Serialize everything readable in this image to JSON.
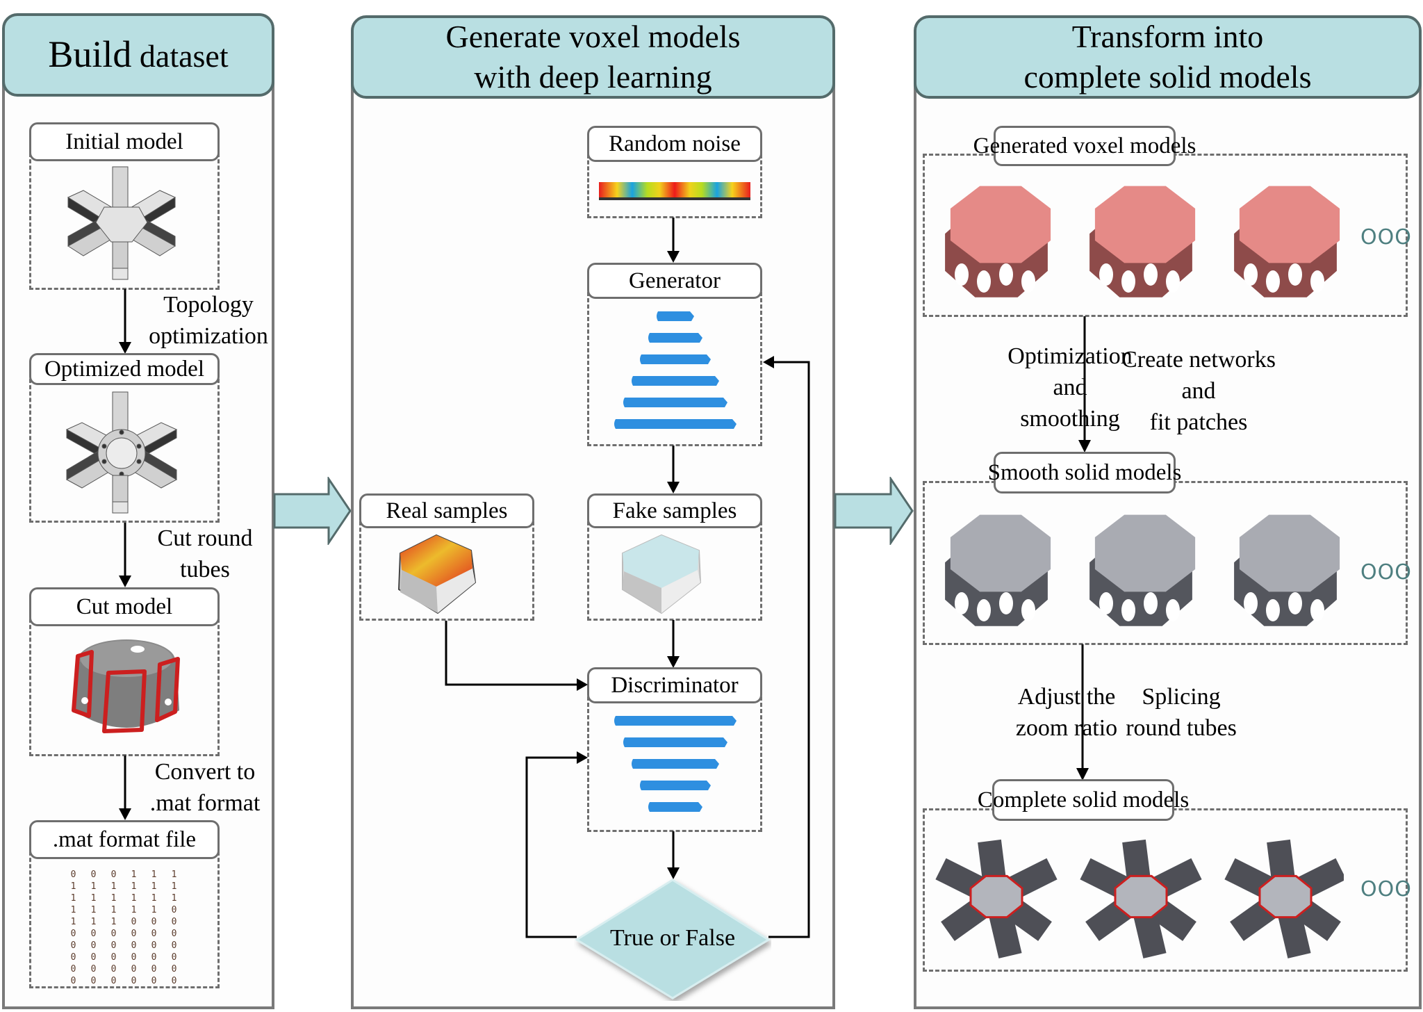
{
  "panels": {
    "build": {
      "title_first": "Build",
      "title_rest": " dataset",
      "steps": [
        {
          "label": "Initial model",
          "illustration": "six-arm-tube-node-icon"
        },
        {
          "label": "Optimized model",
          "illustration": "optimized-node-icon"
        },
        {
          "label": "Cut model",
          "illustration": "cut-model-icon"
        },
        {
          "label": ".mat format file",
          "illustration": "binary-matrix"
        }
      ],
      "transitions": [
        {
          "line1": "Topology",
          "line2": "optimization"
        },
        {
          "line1": "Cut round",
          "line2": "tubes"
        },
        {
          "line1": "Convert to",
          "line2": ".mat format"
        }
      ],
      "matrix": [
        [
          0,
          0,
          0,
          1,
          1,
          1
        ],
        [
          1,
          1,
          1,
          1,
          1,
          1
        ],
        [
          1,
          1,
          1,
          1,
          1,
          1
        ],
        [
          1,
          1,
          1,
          1,
          1,
          0
        ],
        [
          1,
          1,
          1,
          0,
          0,
          0
        ],
        [
          0,
          0,
          0,
          0,
          0,
          0
        ],
        [
          0,
          0,
          0,
          0,
          0,
          0
        ],
        [
          0,
          0,
          0,
          0,
          0,
          0
        ],
        [
          0,
          0,
          0,
          0,
          0,
          0
        ],
        [
          0,
          0,
          0,
          0,
          0,
          0
        ]
      ]
    },
    "generate": {
      "title_line1": "Generate voxel models",
      "title_line2": "with deep learning",
      "random_noise": "Random noise",
      "generator": "Generator",
      "real_samples": "Real samples",
      "fake_samples": "Fake samples",
      "discriminator": "Discriminator",
      "decision": "True or False"
    },
    "transform": {
      "title_line1": "Transform into",
      "title_line2": "complete solid models",
      "stages": [
        {
          "label": "Generated voxel models",
          "illustration": "voxel-model-icon"
        },
        {
          "label": "Smooth solid models",
          "illustration": "smooth-model-icon"
        },
        {
          "label": "Complete solid models",
          "illustration": "complete-node-icon"
        }
      ],
      "transitions": [
        {
          "left": [
            "Optimization",
            "and",
            "smoothing"
          ],
          "right": [
            "Create networks",
            "and",
            "fit patches"
          ]
        },
        {
          "left": [
            "Adjust the",
            "zoom ratio"
          ],
          "right": [
            "Splicing",
            "round tubes"
          ]
        }
      ],
      "ellipsis": "OOO"
    }
  },
  "colors": {
    "header_fill": "#b9dfe2",
    "header_border": "#546b6b",
    "voxel": "#e58a87",
    "layer_blue": "#2e8fe0",
    "cut_red": "#cc1f1f"
  }
}
